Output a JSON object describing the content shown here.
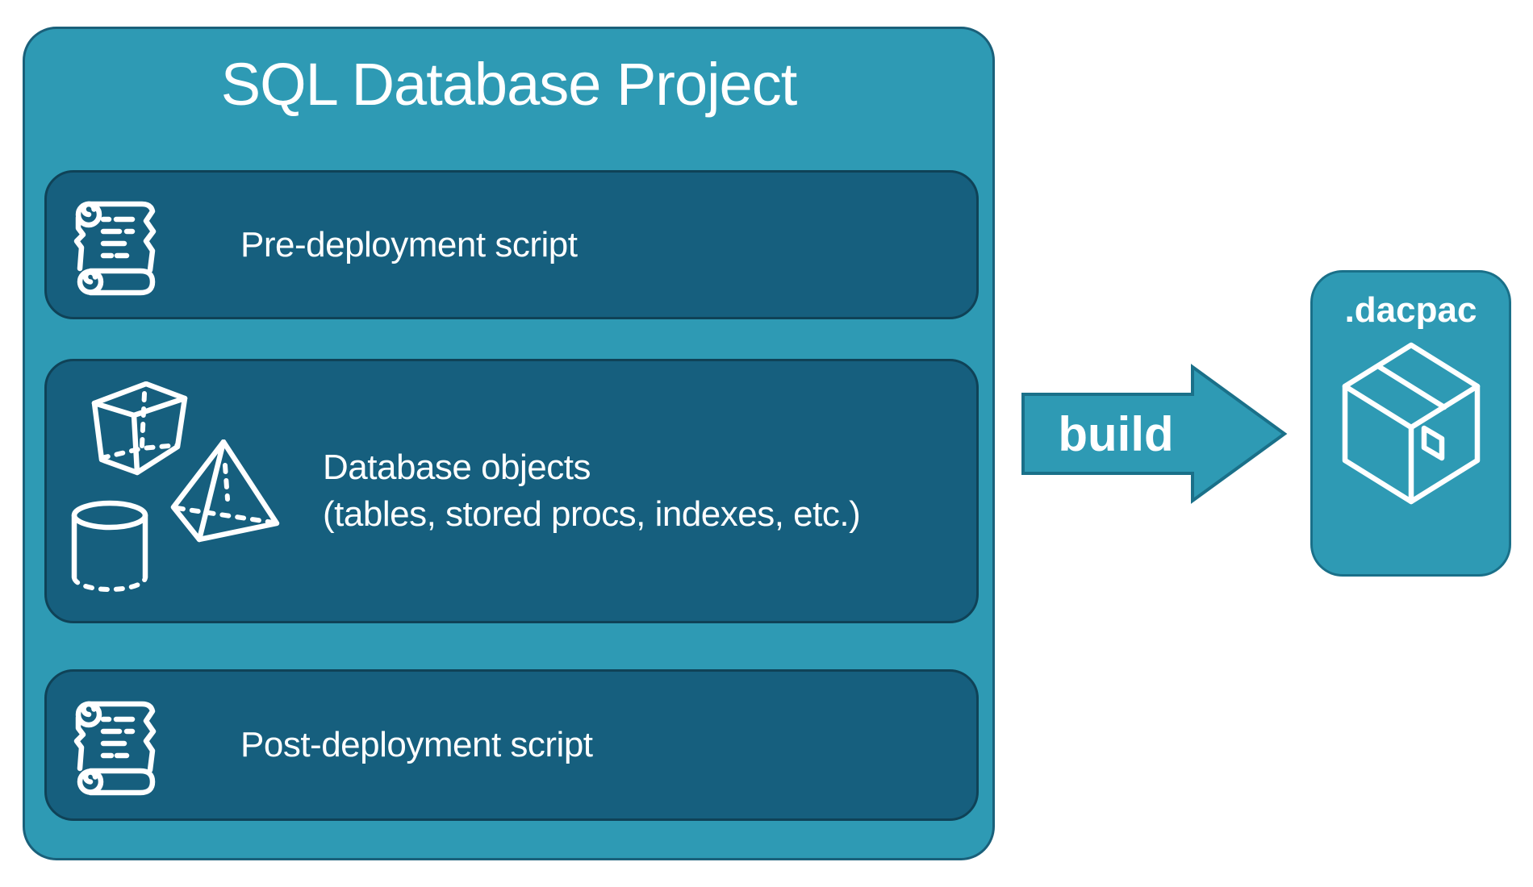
{
  "project": {
    "title": "SQL Database Project",
    "items": [
      {
        "label": "Pre-deployment script",
        "icon": "scroll-icon"
      },
      {
        "label_line1": "Database objects",
        "label_line2": "(tables, stored procs, indexes, etc.)",
        "icon": "geometric-shapes-icon"
      },
      {
        "label": "Post-deployment script",
        "icon": "scroll-icon"
      }
    ]
  },
  "arrow": {
    "label": "build"
  },
  "output": {
    "label": ".dacpac",
    "icon": "package-box-icon"
  },
  "colors": {
    "outer_fill": "#2E9AB4",
    "outer_border": "#1A607A",
    "inner_fill": "#165F7E",
    "inner_border": "#0F4257",
    "arrow_fill": "#2E9AB4",
    "arrow_border": "#1A7089",
    "text": "#FFFFFF",
    "background": "#FFFFFF"
  }
}
